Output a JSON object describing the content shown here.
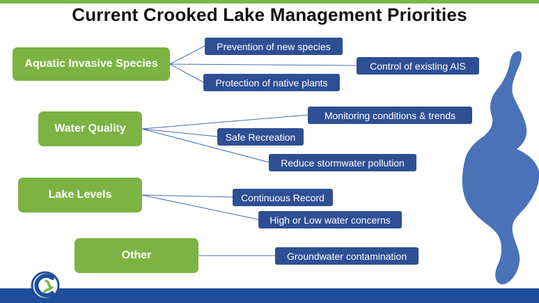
{
  "title": "Current Crooked Lake Management Priorities",
  "colors": {
    "green": "#7cb342",
    "navy": "#2e4f94",
    "lake": "#4a72b8",
    "bar": "#1f4f9b",
    "stripe": "#7ab648"
  },
  "categories": [
    {
      "label": "Aquatic Invasive Species",
      "items": [
        "Prevention of new species",
        "Control of existing AIS",
        "Protection of native plants"
      ]
    },
    {
      "label": "Water Quality",
      "items": [
        "Monitoring conditions & trends",
        "Safe Recreation",
        "Reduce stormwater pollution"
      ]
    },
    {
      "label": "Lake Levels",
      "items": [
        "Continuous Record",
        "High or Low water concerns"
      ]
    },
    {
      "label": "Other",
      "items": [
        "Groundwater contamination"
      ]
    }
  ],
  "icons": {
    "lake": "lake-map-icon",
    "logo": "organization-logo-icon"
  }
}
